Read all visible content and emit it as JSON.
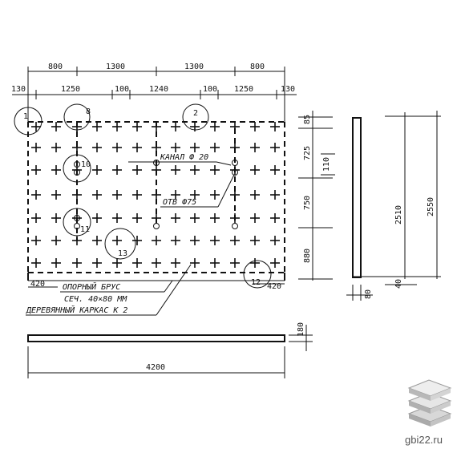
{
  "top_dims_row1": [
    "800",
    "1300",
    "1300",
    "800"
  ],
  "top_dims_row2": [
    "130",
    "1250",
    "100",
    "1240",
    "100",
    "1250",
    "130"
  ],
  "right_dims": [
    "85",
    "725",
    "750",
    "880"
  ],
  "right_small": "110",
  "markers": [
    "1",
    "8",
    "2",
    "10",
    "11",
    "13",
    "12"
  ],
  "labels": {
    "channel": "КАНАЛ Ф 20",
    "hole": "ОТВ Ф75",
    "support_bar": "ОПОРНЫЙ БРУС",
    "section": "СЕЧ. 40×80 ММ",
    "frame": "ДЕРЕВЯННЫЙ КАРКАС К 2"
  },
  "left_bottom_dim": "420",
  "right_bottom_dim": "420",
  "side_view": {
    "dim_2510": "2510",
    "dim_2550": "2550",
    "dim_40": "40",
    "dim_80": "80"
  },
  "bottom_view": {
    "thickness": "180",
    "length": "4200"
  },
  "logo": {
    "text": "gbi22.ru",
    "icon": "stacked-slabs-icon"
  }
}
